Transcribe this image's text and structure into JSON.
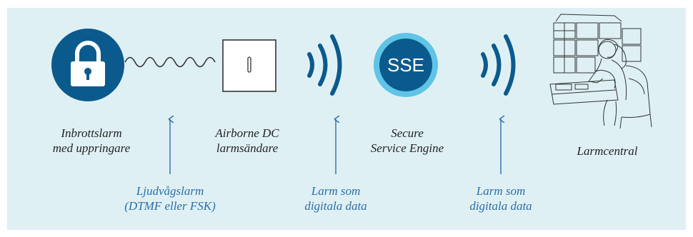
{
  "colors": {
    "background": "#dff0f5",
    "navy": "#0b5a8e",
    "arrow_blue": "#2a6ea6",
    "sse_ring": "#5fc4e6"
  },
  "icons": {
    "alarm": "padlock-icon",
    "transmitter": "transmitter-box-icon",
    "signal": "radio-waves-icon",
    "central": "operator-illustration"
  },
  "sse_badge": "SSE",
  "components": {
    "alarm": [
      "Inbrottslarm",
      "med uppringare"
    ],
    "transmitter": [
      "Airborne DC",
      "larmsändare"
    ],
    "sse": [
      "Secure",
      "Service Engine"
    ],
    "central": [
      "Larmcentral"
    ]
  },
  "links": {
    "tone": [
      "Ljudvågslarm",
      "(DTMF eller FSK)"
    ],
    "data1": [
      "Larm som",
      "digitala data"
    ],
    "data2": [
      "Larm som",
      "digitala data"
    ]
  }
}
